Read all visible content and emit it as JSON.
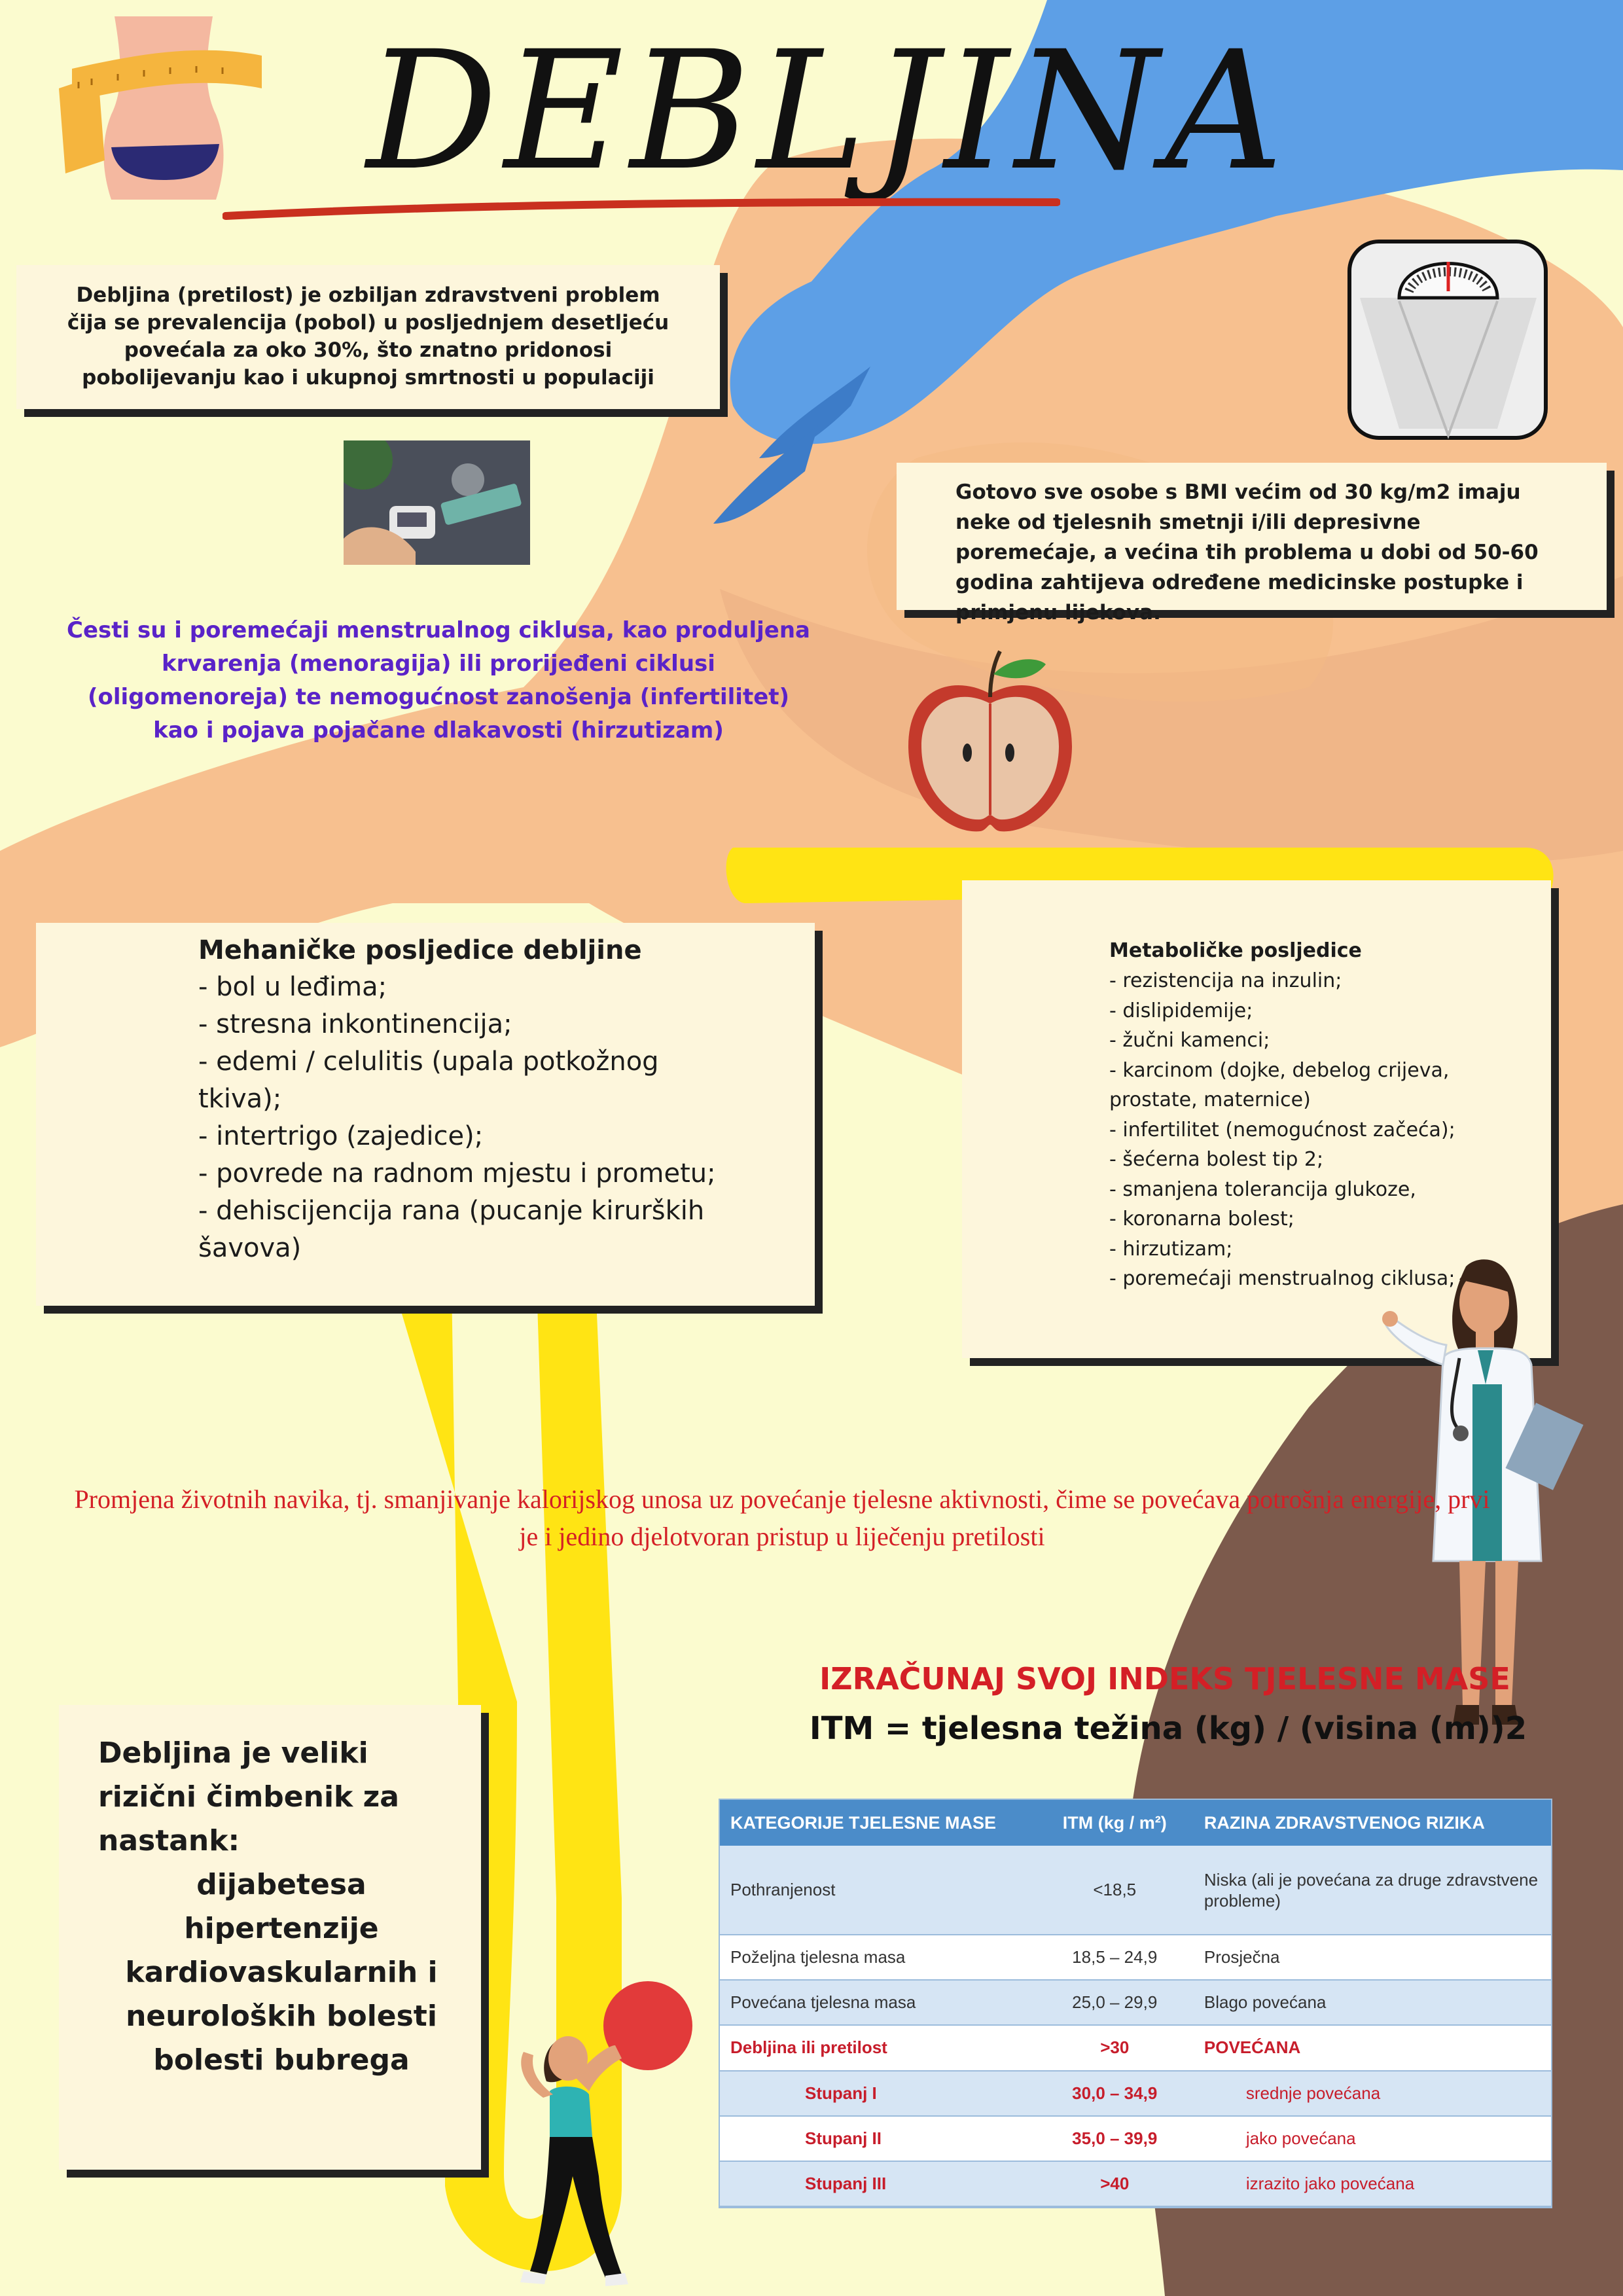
{
  "title": "DEBLJINA",
  "intro_text": "Debljina (pretilost) je ozbiljan zdravstveni problem čija se prevalencija (pobol) u posljednjem desetljeću povećala za oko 30%, što znatno pridonosi pobolijevanju kao i ukupnoj smrtnosti u populaciji",
  "bmi_text": "Gotovo sve osobe s BMI većim od 30 kg/m2 imaju neke od tjelesnih smetnji i/ili depresivne poremećaje, a većina tih problema u dobi od 50-60 godina zahtijeva određene medicinske postupke i primjenu lijekova.",
  "menstrual_text": "Česti su i poremećaji menstrualnog ciklusa, kao produljena krvarenja (menoragija) ili prorijeđeni ciklusi (oligomenoreja) te nemogućnost zanošenja (infertilitet) kao i pojava pojačane dlakavosti (hirzutizam)",
  "mechanical": {
    "title": "Mehaničke posljedice debljine",
    "items": [
      "- bol u leđima;",
      "- stresna inkontinencija;",
      "- edemi / celulitis (upala potkožnog tkiva);",
      "- intertrigo (zajedice);",
      "- povrede na radnom mjestu i prometu;",
      "- dehiscijencija rana (pucanje kirurških šavova)"
    ]
  },
  "metabolic": {
    "title": "Metaboličke posljedice",
    "items": [
      "- rezistencija na inzulin;",
      "- dislipidemije;",
      "- žučni kamenci;",
      "- karcinom (dojke, debelog crijeva, prostate, maternice)",
      "- infertilitet (nemogućnost začeća);",
      "- šećerna bolest tip 2;",
      "- smanjena tolerancija glukoze,",
      "- koronarna bolest;",
      "- hirzutizam;",
      "- poremećaji menstrualnog ciklusa;"
    ]
  },
  "lifestyle_text": "Promjena životnih navika, tj. smanjivanje kalorijskog unosa uz povećanje tjelesne aktivnosti, čime se povećava potrošnja energije, prvi je i jedino djelotvoran pristup u liječenju pretilosti",
  "risk": {
    "intro": "Debljina je veliki rizični čimbenik za nastank:",
    "items": [
      "dijabetesa",
      "hipertenzije",
      "kardiovaskularnih i neuroloških bolesti",
      "bolesti bubrega"
    ]
  },
  "calc": {
    "heading": "IZRAČUNAJ SVOJ INDEKS TJELESNE MASE",
    "formula": "ITM = tjelesna težina (kg) / (visina (m))2"
  },
  "bmi_table": {
    "headers": [
      "KATEGORIJE TJELESNE MASE",
      "ITM (kg / m²)",
      "RAZINA ZDRAVSTVENOG RIZIKA"
    ],
    "rows": [
      [
        "Pothranjenost",
        "<18,5",
        "Niska (ali je povećana za druge zdravstvene probleme)"
      ],
      [
        "Poželjna tjelesna masa",
        "18,5 – 24,9",
        "Prosječna"
      ],
      [
        "Povećana tjelesna masa",
        "25,0 – 29,9",
        "Blago povećana"
      ],
      [
        "Debljina ili pretilost",
        ">30",
        "POVEĆANA"
      ],
      [
        "Stupanj I",
        "30,0 – 34,9",
        "srednje povećana"
      ],
      [
        "Stupanj II",
        "35,0 – 39,9",
        "jako povećana"
      ],
      [
        "Stupanj III",
        ">40",
        "izrazito jako povećana"
      ]
    ]
  },
  "colors": {
    "background": "#fbfbcf",
    "accent_red": "#d41f26",
    "purple": "#5a23c8",
    "table_header": "#4b8cc9"
  }
}
